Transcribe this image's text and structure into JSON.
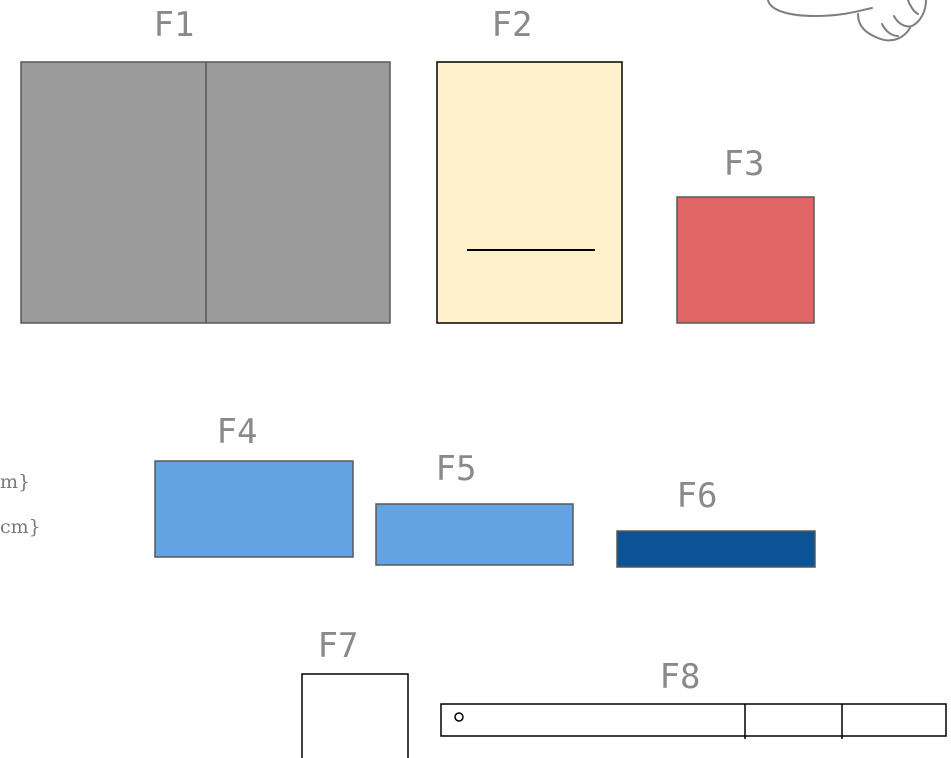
{
  "colors": {
    "gray_fill": "#9b9b9b",
    "cream_fill": "#fff1cc",
    "red_fill": "#e06666",
    "light_blue_fill": "#62a4e3",
    "dark_blue_fill": "#0b5394",
    "white_fill": "#ffffff",
    "outline": "#595959",
    "black_line": "#000000",
    "label_text": "#8a8a8a"
  },
  "figures": [
    {
      "id": "F1",
      "label": "F1",
      "description": "gray rectangle split in two"
    },
    {
      "id": "F2",
      "label": "F2",
      "description": "cream rectangle with a horizontal line"
    },
    {
      "id": "F3",
      "label": "F3",
      "description": "red square"
    },
    {
      "id": "F4",
      "label": "F4",
      "description": "light blue rectangle"
    },
    {
      "id": "F5",
      "label": "F5",
      "description": "light blue rectangle"
    },
    {
      "id": "F6",
      "label": "F6",
      "description": "dark blue strip"
    },
    {
      "id": "F7",
      "label": "F7",
      "description": "white open rectangle"
    },
    {
      "id": "F8",
      "label": "F8",
      "description": "white long strip with two dividers and a small circle"
    }
  ],
  "side_text": {
    "line1": "m}",
    "line2": "cm}"
  },
  "decoration": {
    "top_right_icon": "hand-drawing-icon"
  }
}
